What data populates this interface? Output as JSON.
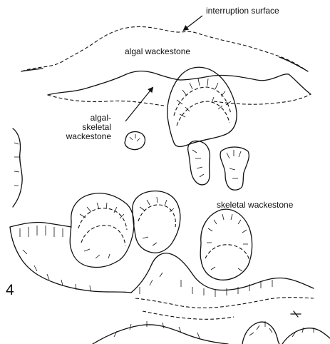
{
  "labels": {
    "interruption_surface": "interruption surface",
    "algal_wackestone": "algal wackestone",
    "algal_skeletal_line1": "algal-",
    "algal_skeletal_line2": "skeletal",
    "algal_skeletal_line3": "wackestone",
    "skeletal_wackestone": "skeletal wackestone",
    "figure_number": "4"
  },
  "colors": {
    "ink": "#111111",
    "background": "#ffffff"
  }
}
